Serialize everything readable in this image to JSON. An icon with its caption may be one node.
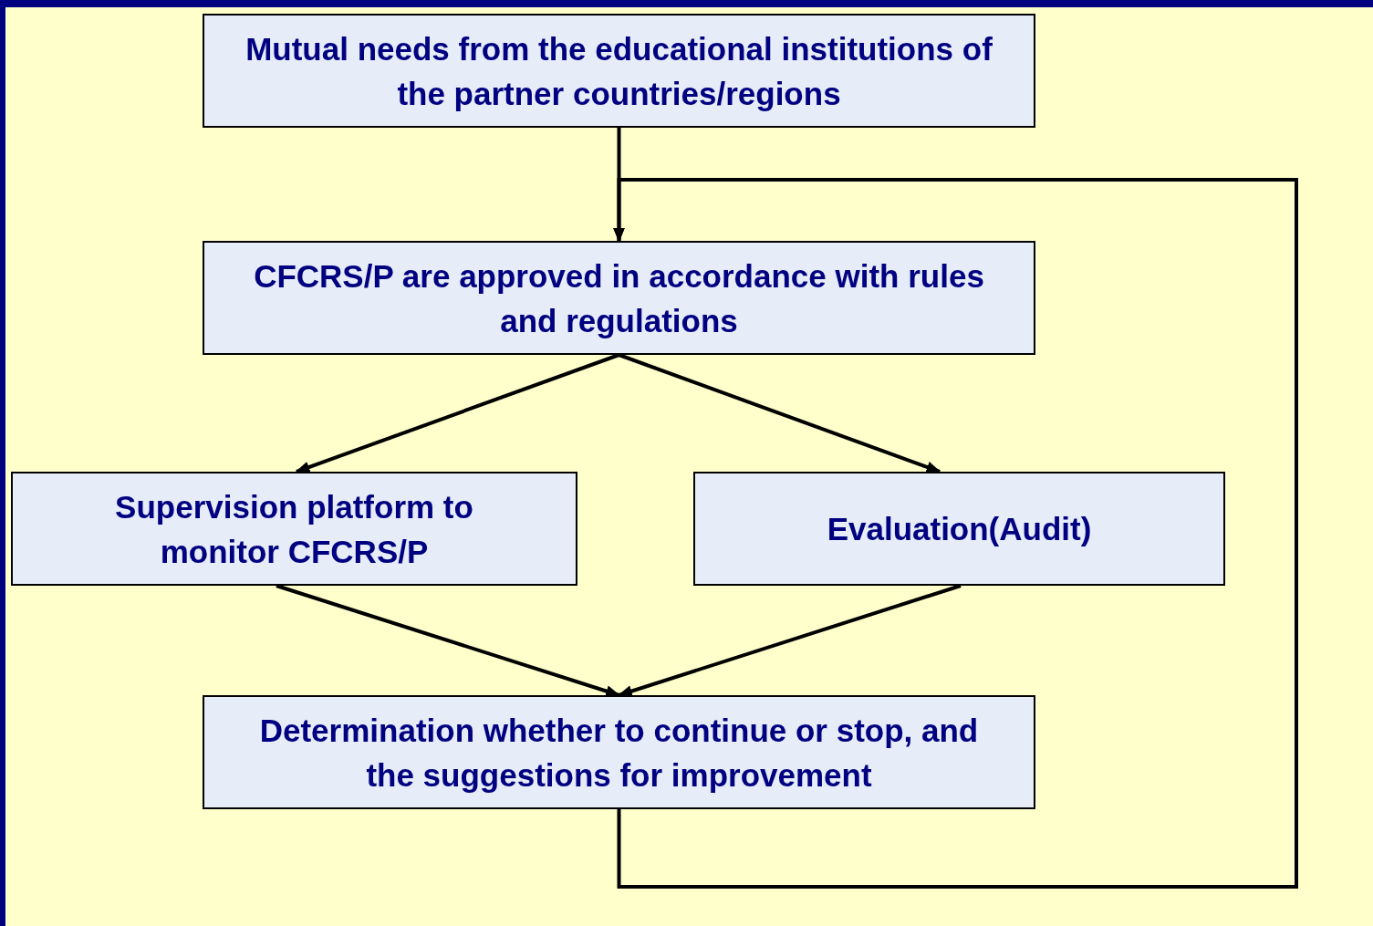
{
  "diagram": {
    "nodes": [
      {
        "text": [
          "Mutual needs from the educational institutions of the partner countries/regions"
        ]
      },
      {
        "text": [
          "CFCRS/P are approved in accordance with rules and regulations"
        ]
      },
      {
        "text": [
          "Supervision platform to monitor CFCRS/P"
        ]
      },
      {
        "text": [
          "Evaluation(Audit)"
        ]
      },
      {
        "text": [
          "Determination whether to continue or stop, and the suggestions for improvement"
        ]
      }
    ],
    "edges": [
      {
        "from": 0,
        "to": 1,
        "arrow": "to"
      },
      {
        "from": 1,
        "to": 2,
        "arrow": "to"
      },
      {
        "from": 1,
        "to": 3,
        "arrow": "to"
      },
      {
        "from": 2,
        "to": 4,
        "arrow": "to"
      },
      {
        "from": 3,
        "to": 4,
        "arrow": "to"
      },
      {
        "from": 4,
        "to": 1,
        "arrow": "to"
      }
    ]
  }
}
